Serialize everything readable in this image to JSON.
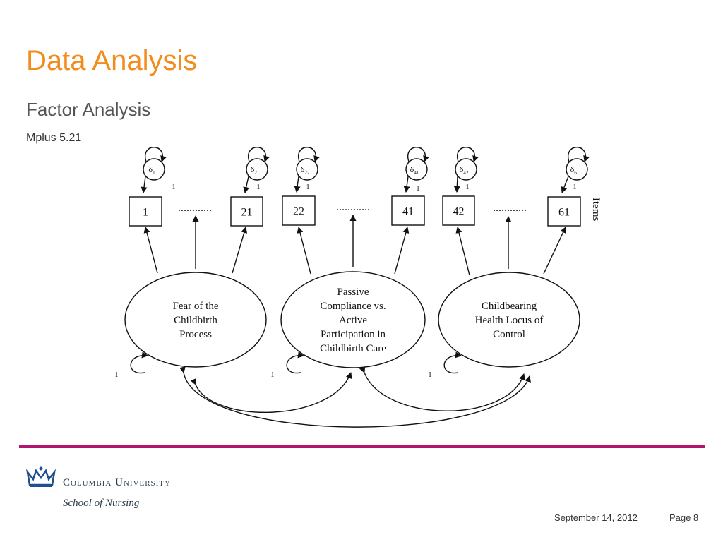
{
  "slide": {
    "title": "Data Analysis",
    "subtitle": "Factor Analysis",
    "software": "Mplus 5.21"
  },
  "diagram": {
    "side_label": "Items",
    "loading_label": "1",
    "factor_variance_label": "1",
    "items": [
      {
        "label": "1",
        "error": "δ",
        "error_sub": "1"
      },
      {
        "label": "21",
        "error": "δ",
        "error_sub": "21"
      },
      {
        "label": "22",
        "error": "δ",
        "error_sub": "22"
      },
      {
        "label": "41",
        "error": "δ",
        "error_sub": "41"
      },
      {
        "label": "42",
        "error": "δ",
        "error_sub": "42"
      },
      {
        "label": "61",
        "error": "δ",
        "error_sub": "61"
      }
    ],
    "factors": [
      {
        "lines": [
          "Fear of the",
          "Childbirth",
          "Process"
        ]
      },
      {
        "lines": [
          "Passive",
          "Compliance vs.",
          "Active",
          "Participation in",
          "Childbirth Care"
        ]
      },
      {
        "lines": [
          "Childbearing",
          "Health Locus of",
          "Control"
        ]
      }
    ],
    "ellipsis": "............"
  },
  "footer": {
    "university": "Columbia University",
    "school": "School of Nursing",
    "date": "September 14, 2012",
    "page": "Page 8"
  }
}
